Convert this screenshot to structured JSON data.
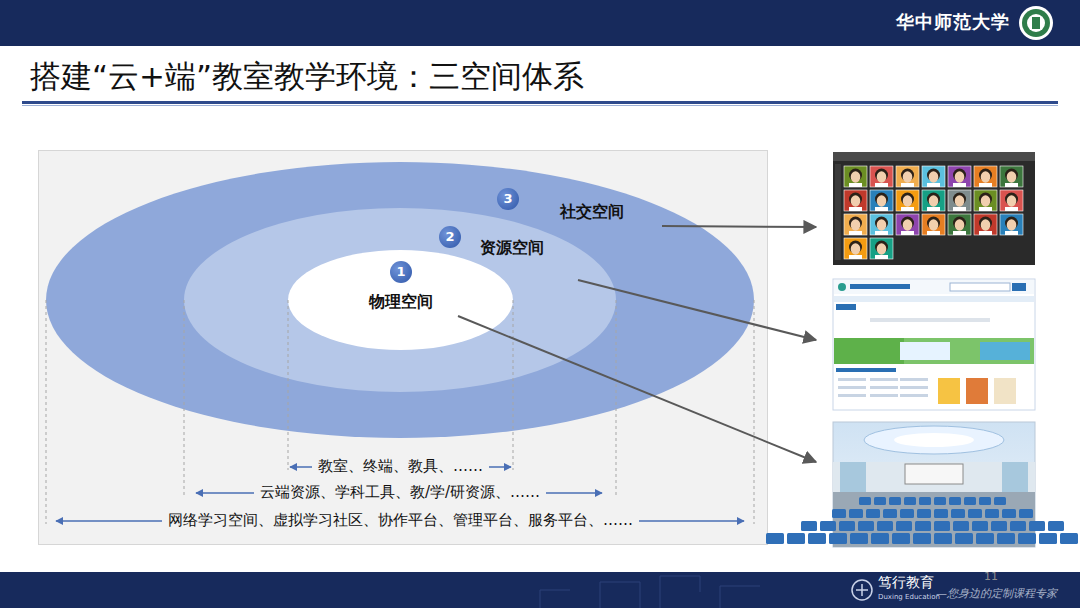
{
  "diagram": {
    "title": "搭建“云+端”教室教学环境：三空间体系",
    "nodes": [
      {
        "text": [
          "社交空间"
        ]
      },
      {
        "text": [
          "资源空间"
        ],
        "in": 0
      },
      {
        "text": [
          "物理空间"
        ],
        "in": 1
      }
    ],
    "labels": [
      "华中师范大学",
      "3",
      "2",
      "1",
      "教室、终端、教具、……",
      "云端资源、学科工具、教/学/研资源、……",
      "网络学习空间、虚拟学习社区、协作平台、管理平台、服务平台、……",
      "11",
      "笃行教育",
      "Duxing Education",
      "—您身边的定制课程专家"
    ]
  }
}
